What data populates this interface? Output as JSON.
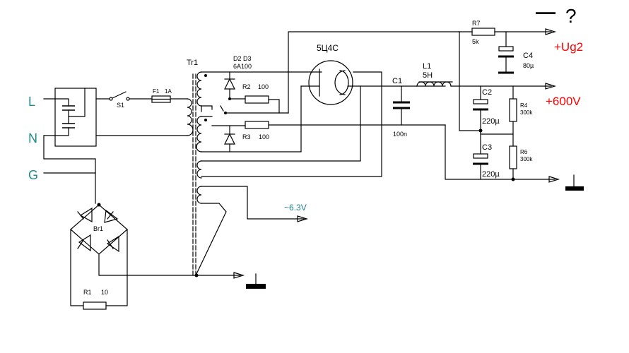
{
  "terminals": {
    "L": "L",
    "N": "N",
    "G": "G"
  },
  "labels": {
    "s1": "S1",
    "f1": "F1",
    "f1_rating": "1A",
    "tr1": "Tr1",
    "d2d3": "D2  D3",
    "d2d3_type": "6A100",
    "r2": "R2",
    "r2_value": "100",
    "r3": "R3",
    "r3_value": "100",
    "tube": "5Ц4С",
    "c1": "C1",
    "c1_value": "100n",
    "l1": "L1",
    "l1_value": "5H",
    "r7": "R7",
    "r7_value": "5k",
    "c4": "C4",
    "c4_value": "80µ",
    "c2": "C2",
    "c2_value": "220µ",
    "c3": "C3",
    "c3_value": "220µ",
    "r4": "R4",
    "r4_value": "300k",
    "r6": "R6",
    "r6_value": "300k",
    "br1": "Br1",
    "r1": "R1",
    "r1_value": "10"
  },
  "outputs": {
    "minus": "—",
    "question": "?",
    "ug2": "+Ug2",
    "hv": "+600V",
    "heater": "~6.3V"
  },
  "colors": {
    "wire": "#000000",
    "terminal_text": "#1e8a8a",
    "output_text": "#ff0000",
    "heater_text": "#1e7f8a"
  }
}
